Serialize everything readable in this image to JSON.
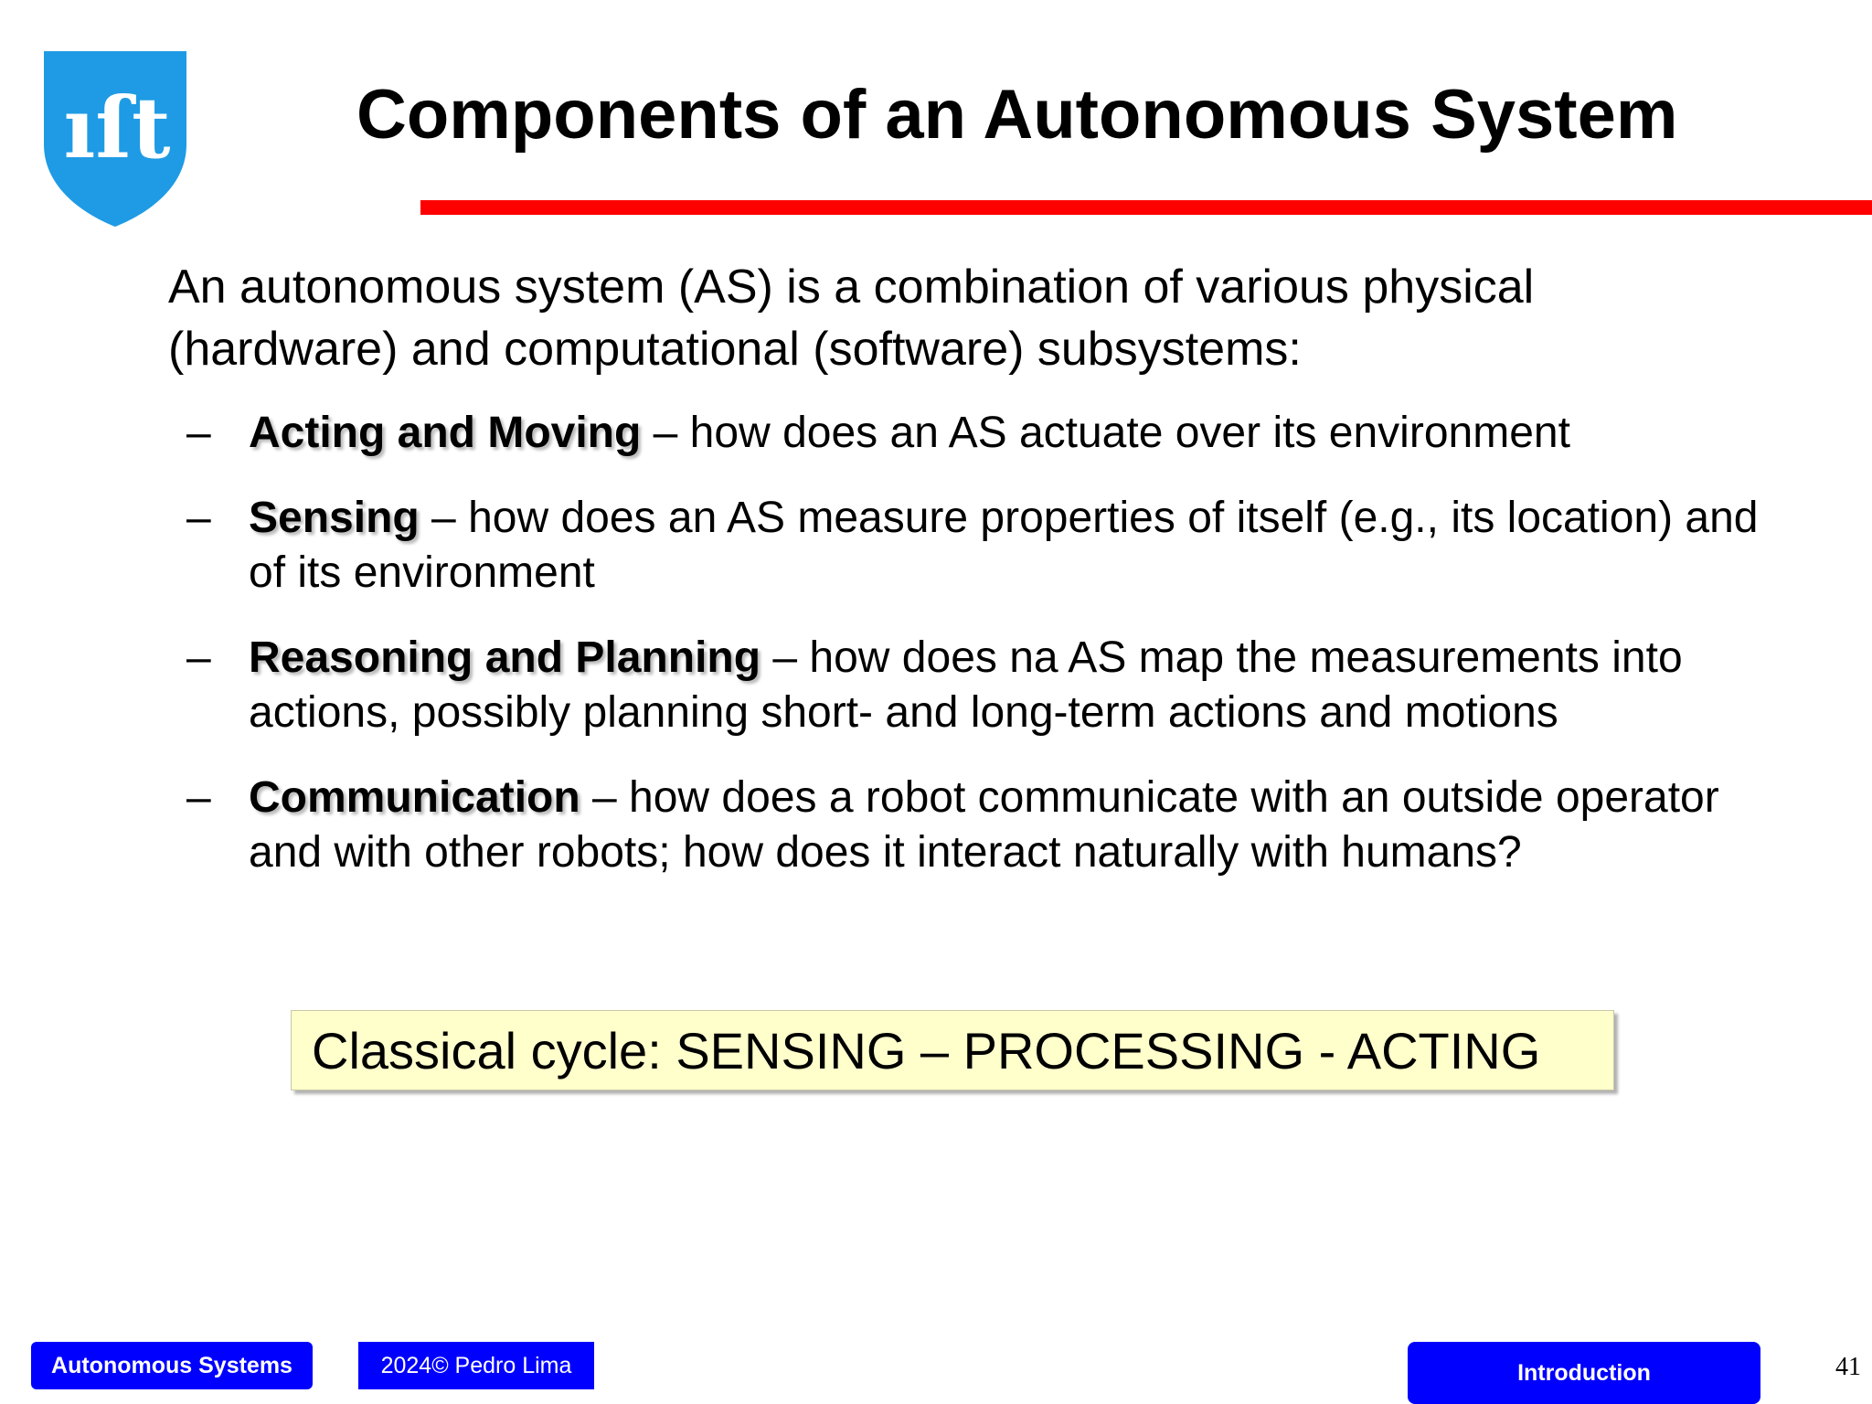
{
  "slide": {
    "title": "Components of an Autonomous System",
    "logo_text": "ıſt",
    "intro_line1": "An autonomous system  (AS) is a combination of various physical",
    "intro_line2": "(hardware) and computational (software) subsystems:",
    "bullet_marker": "–",
    "bullets": [
      {
        "term": "Acting and Moving",
        "rest": " – how does an AS actuate over its environment"
      },
      {
        "term": "Sensing",
        "rest": " – how does an AS measure properties of itself (e.g., its location) and of its environment"
      },
      {
        "term": "Reasoning and Planning",
        "rest": " – how does na AS map the measurements into actions, possibly planning short- and long-term actions and motions"
      },
      {
        "term": "Communication",
        "rest": " – how does a robot communicate with an outside operator and with other robots; how does it interact naturally with humans?"
      }
    ],
    "cycle_text": "Classical cycle: SENSING – PROCESSING - ACTING"
  },
  "footer": {
    "course": "Autonomous Systems",
    "author": "2024© Pedro Lima",
    "section": "Introduction",
    "page_number": "41"
  },
  "colors": {
    "accent_rule": "#ff0000",
    "footer_tag": "#0000ff",
    "logo_blue": "#1e9be4",
    "highlight_box": "#ffffcc"
  }
}
